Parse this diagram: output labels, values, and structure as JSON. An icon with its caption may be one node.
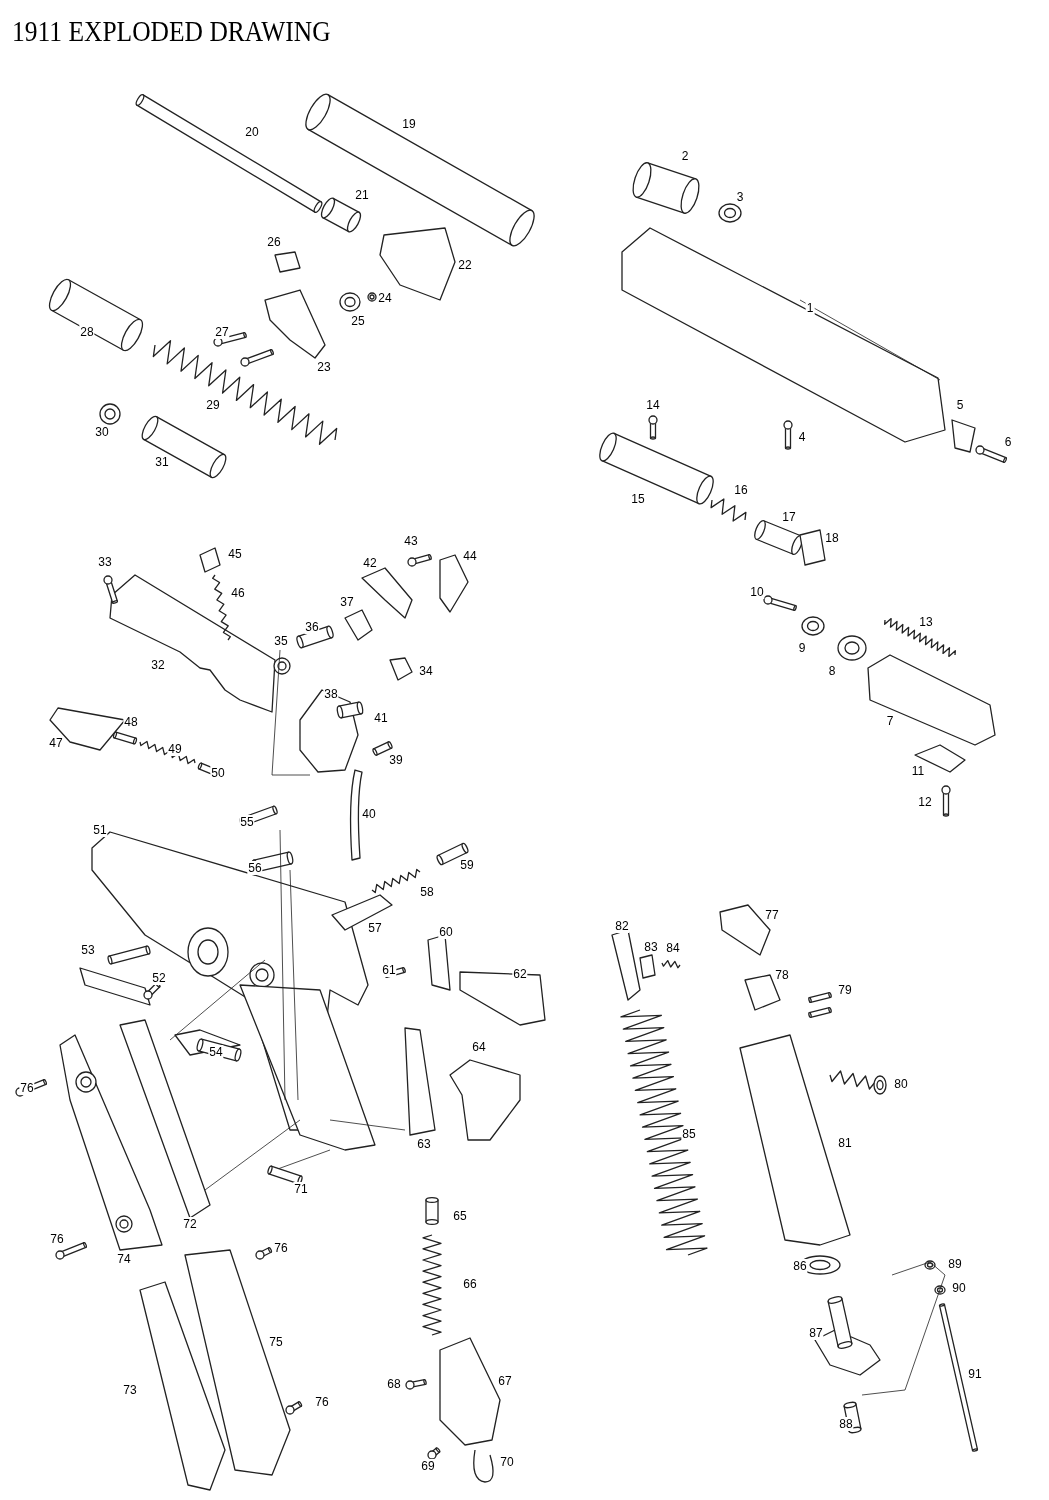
{
  "diagram": {
    "title": "1911 EXPLODED DRAWING",
    "labels": [
      "20",
      "19",
      "2",
      "21",
      "3",
      "26",
      "22",
      "24",
      "28",
      "25",
      "1",
      "27",
      "23",
      "29",
      "14",
      "5",
      "30",
      "4",
      "6",
      "31",
      "16",
      "15",
      "17",
      "18",
      "43",
      "45",
      "44",
      "33",
      "42",
      "46",
      "10",
      "37",
      "36",
      "13",
      "35",
      "9",
      "32",
      "34",
      "8",
      "38",
      "7",
      "41",
      "48",
      "47",
      "49",
      "39",
      "11",
      "50",
      "12",
      "40",
      "55",
      "51",
      "59",
      "56",
      "58",
      "77",
      "57",
      "60",
      "82",
      "83",
      "84",
      "53",
      "61",
      "62",
      "52",
      "78",
      "79",
      "54",
      "64",
      "76",
      "80",
      "81",
      "85",
      "63",
      "71",
      "65",
      "72",
      "76",
      "74",
      "76",
      "86",
      "89",
      "66",
      "90",
      "87",
      "75",
      "91",
      "73",
      "67",
      "68",
      "76",
      "88",
      "69",
      "70"
    ]
  }
}
